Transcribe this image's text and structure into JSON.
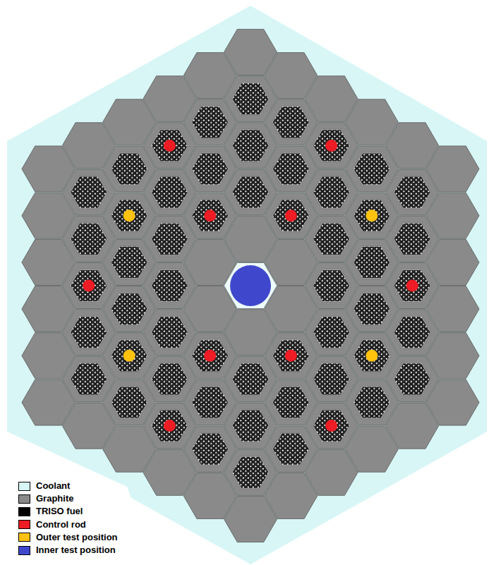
{
  "diagram": {
    "legend": [
      {
        "text": "Coolant",
        "color": "#d8f6f6"
      },
      {
        "text": "Graphite",
        "color": "#8a8a8a"
      },
      {
        "text": "TRISO fuel",
        "color": "#000000"
      },
      {
        "text": "Control rod",
        "color": "#ee1c24"
      },
      {
        "text": "Outer test position",
        "color": "#ffc20e"
      },
      {
        "text": "Inner test position",
        "color": "#3f48cc"
      }
    ]
  }
}
